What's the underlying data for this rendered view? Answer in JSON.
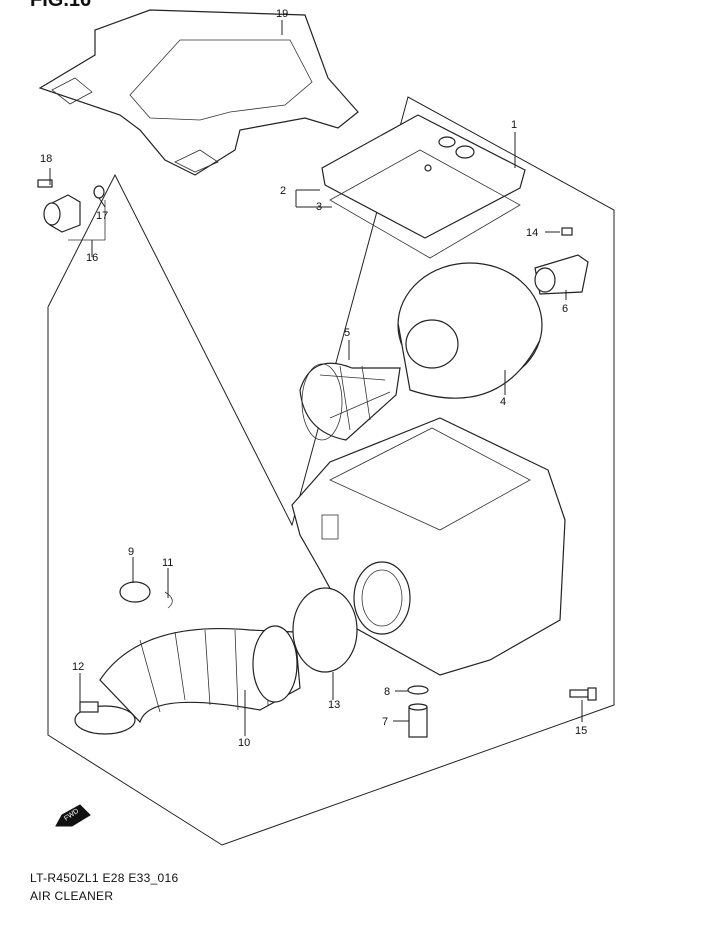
{
  "figure": {
    "title": "FIG.16"
  },
  "code": "LT-R450ZL1 E28 E33_016",
  "title": "AIR CLEANER",
  "fwd": "FWD",
  "callouts": [
    "1",
    "2",
    "3",
    "4",
    "5",
    "6",
    "7",
    "8",
    "9",
    "10",
    "11",
    "12",
    "13",
    "14",
    "15",
    "16",
    "17",
    "18",
    "19"
  ]
}
